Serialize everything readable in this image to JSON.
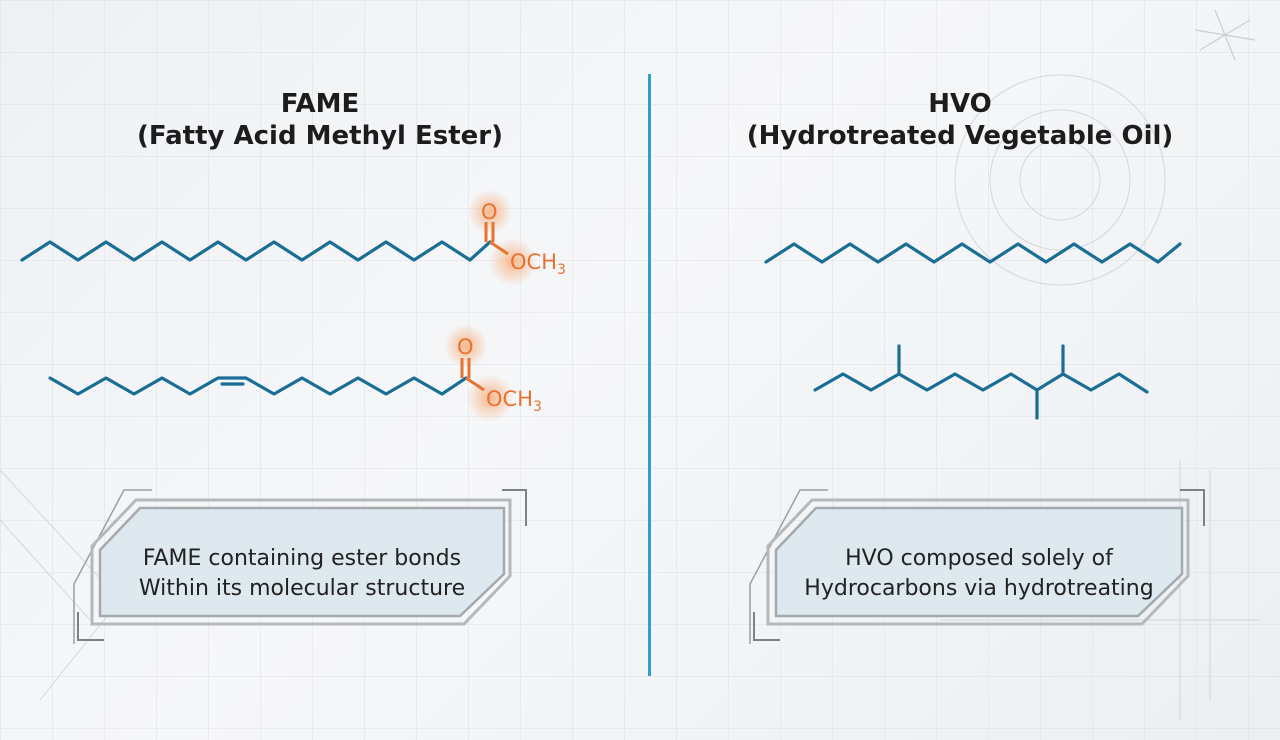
{
  "fame": {
    "title_line1": "FAME",
    "title_line2": "(Fatty Acid Methyl Ester)",
    "ester_o": "O",
    "ester_och": "OCH",
    "ester_sub": "3",
    "caption_line1": "FAME containing ester bonds",
    "caption_line2": "Within its molecular structure"
  },
  "hvo": {
    "title_line1": "HVO",
    "title_line2": "(Hydrotreated Vegetable Oil)",
    "caption_line1": "HVO composed solely of",
    "caption_line2": "Hydrocarbons via hydrotreating"
  },
  "colors": {
    "chain": "#1a6e96",
    "ester": "#e8732f",
    "divider": "#2f9fd0",
    "callout_fill": "#dde9ee"
  }
}
